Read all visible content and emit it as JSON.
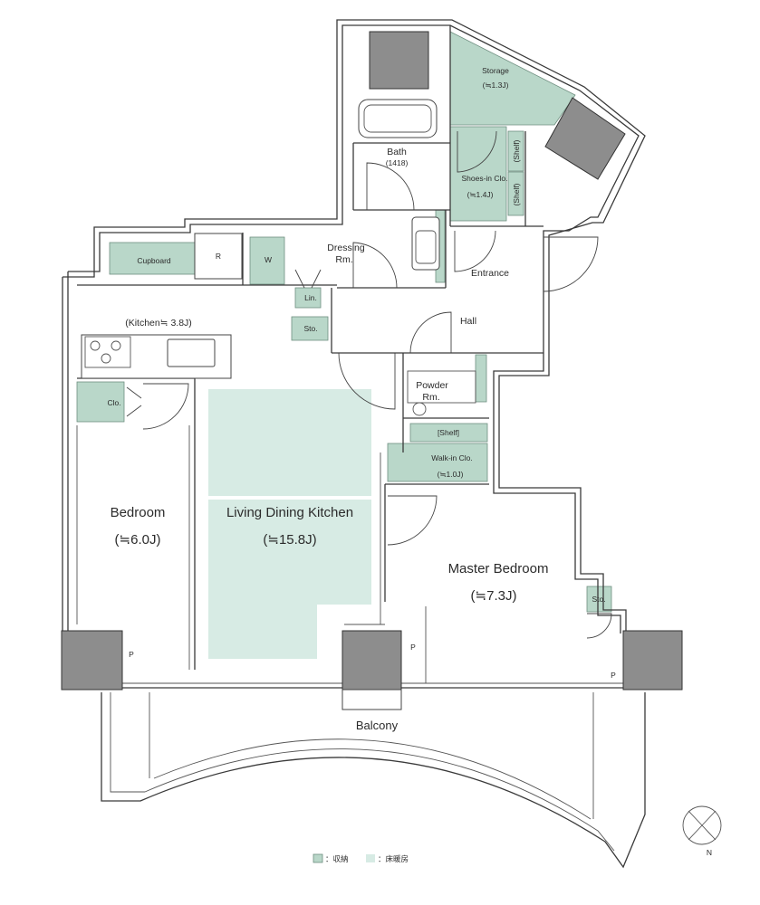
{
  "colors": {
    "storage": "#b9d7c9",
    "floor_heating": "#d7ebe4",
    "pillar": "#8d8d8d",
    "wall": "#3a3a3a"
  },
  "rooms": {
    "storage": {
      "name": "Storage",
      "area": "(≒1.3J)"
    },
    "bath": {
      "name": "Bath",
      "size": "(1418)"
    },
    "shoes_closet": {
      "name": "Shoes-in Clo.",
      "area": "(≒1.4J)"
    },
    "shelf_top": "(Shelf)",
    "shelf_bottom": "(Shelf)",
    "dressing": {
      "line1": "Dressing",
      "line2": "Rm."
    },
    "entrance": "Entrance",
    "cupboard": "Cupboard",
    "refrigerator": "R",
    "washer": "W",
    "linen": "Lin.",
    "storage_small": "Sto.",
    "hall": "Hall",
    "kitchen": "(Kitchen≒ 3.8J)",
    "powder": {
      "line1": "Powder",
      "line2": "Rm."
    },
    "closet": "Clo.",
    "walkin_shelf": "[Shelf]",
    "walkin": {
      "name": "Walk-in Clo.",
      "area": "(≒1.0J)"
    },
    "bedroom": {
      "name": "Bedroom",
      "area": "(≒6.0J)"
    },
    "ldk": {
      "name": "Living Dining Kitchen",
      "area": "(≒15.8J)"
    },
    "master": {
      "name": "Master Bedroom",
      "area": "(≒7.3J)"
    },
    "master_storage": "Sto.",
    "pipe_left": "P",
    "pipe_center": "P",
    "pipe_right": "P",
    "balcony": "Balcony"
  },
  "legend": {
    "storage_label": "：収納",
    "heating_label": "：床暖房"
  },
  "compass": {
    "north": "N"
  }
}
